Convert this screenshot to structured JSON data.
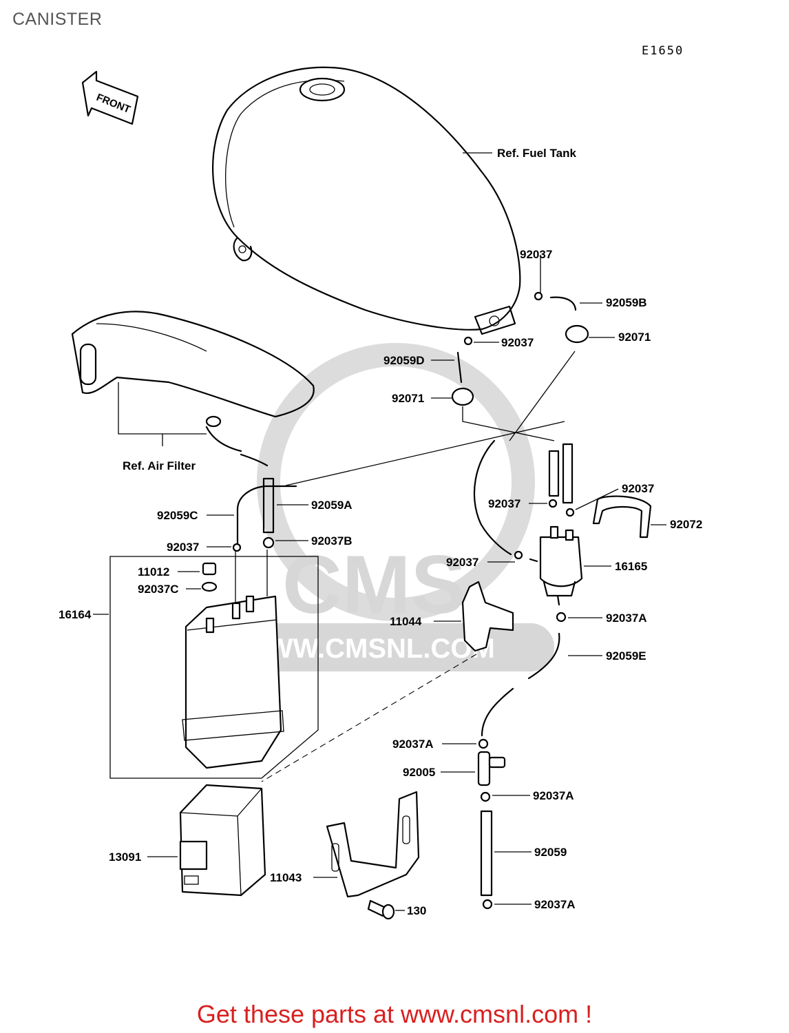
{
  "page_title": "CANISTER",
  "diagram_code": "E1650",
  "front_label": "FRONT",
  "watermark": {
    "logo": "CMS",
    "url": "WWW.CMSNL.COM"
  },
  "labels": {
    "ref_fuel_tank": "Ref. Fuel Tank",
    "ref_air_filter": "Ref. Air Filter",
    "p92037_top": "92037",
    "p92059B": "92059B",
    "p92037_tank": "92037",
    "p92071_right": "92071",
    "p92059D": "92059D",
    "p92071_left": "92071",
    "p92037_mid": "92037",
    "p92037_right": "92037",
    "p92072": "92072",
    "p92059C": "92059C",
    "p92059A": "92059A",
    "p92037_left": "92037",
    "p92037B": "92037B",
    "p92037_filter": "92037",
    "p16165": "16165",
    "p11012": "11012",
    "p92037C": "92037C",
    "p16164": "16164",
    "p11044": "11044",
    "p92037A_1": "92037A",
    "p92059E": "92059E",
    "p92037A_2": "92037A",
    "p92005": "92005",
    "p92037A_3": "92037A",
    "p13091": "13091",
    "p92059": "92059",
    "p11043": "11043",
    "p92037A_4": "92037A",
    "p130": "130"
  },
  "footer": "Get these parts at www.cmsnl.com !"
}
